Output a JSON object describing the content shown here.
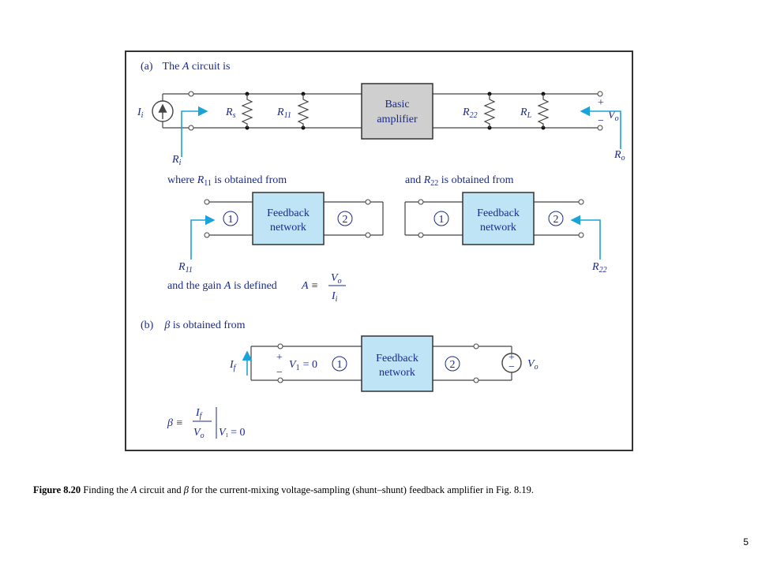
{
  "panel_a": {
    "heading_tag": "(a)",
    "heading_text_1": "The ",
    "heading_var": "A",
    "heading_text_2": " circuit is",
    "source_label": "I",
    "source_sub": "i",
    "ri_label": "R",
    "ri_sub": "i",
    "rs_label": "R",
    "rs_sub": "s",
    "r11_label": "R",
    "r11_sub": "11",
    "amp_line1": "Basic",
    "amp_line2": "amplifier",
    "r22_label": "R",
    "r22_sub": "22",
    "rl_label": "R",
    "rl_sub": "L",
    "vo_label": "V",
    "vo_sub": "o",
    "ro_label": "R",
    "ro_sub": "o",
    "plus": "+",
    "minus": "−",
    "where_text_1": "where ",
    "where_text_2": " is obtained from",
    "and_text_1": "and ",
    "and_text_2": " is obtained from",
    "gain_text_1": "and the gain ",
    "gain_text_2": " is defined",
    "gain_eq": "A ≡",
    "port1": "1",
    "port2": "2",
    "fb_line1": "Feedback",
    "fb_line2": "network"
  },
  "panel_b": {
    "heading_tag": "(b)",
    "heading_beta": "β",
    "heading_text": " is obtained from",
    "if_label": "I",
    "if_sub": "f",
    "v1_eq": "= 0",
    "v1_label": "V",
    "v1_sub": "1",
    "beta_eq": "β ≡",
    "beta_cond": "= 0"
  },
  "caption": {
    "figure_label": "Figure 8.20",
    "text_1": "  Finding the ",
    "var_A": "A",
    "text_2": " circuit and ",
    "var_beta": "β",
    "text_3": " for the current-mixing voltage-sampling (shunt–shunt) feedback amplifier in Fig. 8.19."
  },
  "page_number": "5",
  "colors": {
    "blue_box": "#bfe4f5",
    "gray_box": "#cfcfcf",
    "arrow": "#1aa3d9"
  }
}
